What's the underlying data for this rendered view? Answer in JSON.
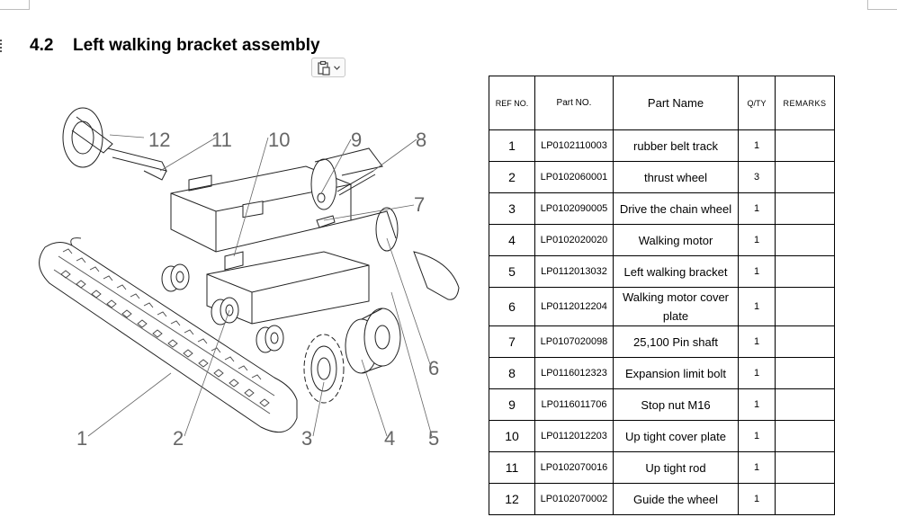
{
  "heading": {
    "number": "4.2",
    "title": "Left walking bracket assembly"
  },
  "paste_options": {
    "icon": "clipboard-icon",
    "caret": "chevron-down-icon"
  },
  "drawing": {
    "callouts": [
      "1",
      "2",
      "3",
      "4",
      "5",
      "6",
      "7",
      "8",
      "9",
      "10",
      "11",
      "12"
    ]
  },
  "parts_table": {
    "headers": {
      "ref": "REF NO.",
      "part_no": "Part NO.",
      "name": "Part Name",
      "qty": "Q/TY",
      "remarks": "REMARKS"
    },
    "rows": [
      {
        "ref": "1",
        "part_no": "LP0102110003",
        "name": "rubber belt track",
        "qty": "1",
        "remarks": ""
      },
      {
        "ref": "2",
        "part_no": "LP0102060001",
        "name": "thrust wheel",
        "qty": "3",
        "remarks": ""
      },
      {
        "ref": "3",
        "part_no": "LP0102090005",
        "name": "Drive the chain wheel",
        "qty": "1",
        "remarks": ""
      },
      {
        "ref": "4",
        "part_no": "LP0102020020",
        "name": "Walking motor",
        "qty": "1",
        "remarks": ""
      },
      {
        "ref": "5",
        "part_no": "LP0112013032",
        "name": "Left walking bracket",
        "qty": "1",
        "remarks": ""
      },
      {
        "ref": "6",
        "part_no": "LP0112012204",
        "name": "Walking motor cover plate",
        "qty": "1",
        "remarks": ""
      },
      {
        "ref": "7",
        "part_no": "LP0107020098",
        "name": "25,100 Pin shaft",
        "qty": "1",
        "remarks": ""
      },
      {
        "ref": "8",
        "part_no": "LP0116012323",
        "name": "Expansion limit bolt",
        "qty": "1",
        "remarks": ""
      },
      {
        "ref": "9",
        "part_no": "LP0116011706",
        "name": "Stop nut M16",
        "qty": "1",
        "remarks": ""
      },
      {
        "ref": "10",
        "part_no": "LP0112012203",
        "name": "Up tight cover plate",
        "qty": "1",
        "remarks": ""
      },
      {
        "ref": "11",
        "part_no": "LP0102070016",
        "name": "Up tight rod",
        "qty": "1",
        "remarks": ""
      },
      {
        "ref": "12",
        "part_no": "LP0102070002",
        "name": "Guide the wheel",
        "qty": "1",
        "remarks": ""
      }
    ]
  }
}
